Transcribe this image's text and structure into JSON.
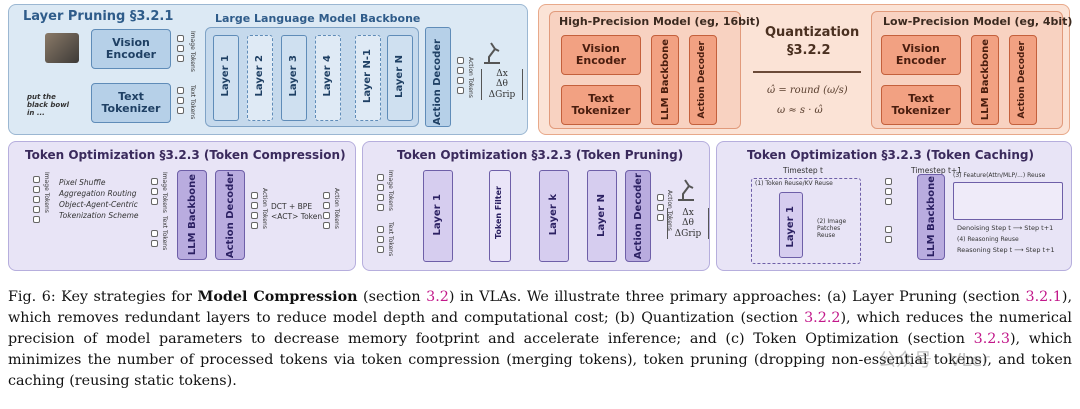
{
  "figure": {
    "layer_pruning": {
      "title": "Layer Pruning §3.2.1",
      "backbone_title": "Large Language Model Backbone",
      "vision_encoder": "Vision Encoder",
      "text_tokenizer": "Text Tokenizer",
      "prompt": "put the black bowl in ...",
      "image_tokens": "Image Tokens",
      "text_tokens": "Text Tokens",
      "layers": [
        "Layer 1",
        "Layer 2",
        "Layer 3",
        "Layer 4",
        "Layer N-1",
        "Layer N"
      ],
      "action_decoder": "Action Decoder",
      "action_tokens": "Action Tokens",
      "delta_x": "Δx",
      "delta_theta": "Δθ",
      "delta_grip": "ΔGrip"
    },
    "quantization": {
      "high_title": "High-Precision Model (eg, 16bit)",
      "center_title": "Quantization",
      "center_section": "§3.2.2",
      "low_title": "Low-Precision Model (eg, 4bit)",
      "vision_encoder": "Vision Encoder",
      "text_tokenizer": "Text Tokenizer",
      "llm_backbone": "LLM Backbone",
      "action_decoder": "Action Decoder",
      "formula_1": "ω̂ = round (ω/s)",
      "formula_2": "ω ≈ s · ω̂"
    },
    "token_compression": {
      "title": "Token Optimization §3.2.3 (Token Compression)",
      "image_tokens": "Image Tokens",
      "text_tokens": "Text Tokens",
      "methods": [
        "Pixel Shuffle",
        "Aggregation Routing",
        "Object-Agent-Centric",
        "Tokenization Scheme"
      ],
      "llm_backbone": "LLM Backbone",
      "action_decoder": "Action Decoder",
      "action_tokens": "Action Tokens",
      "dct_line1": "DCT + BPE",
      "dct_line2": "<ACT> Token"
    },
    "token_pruning": {
      "title": "Token Optimization §3.2.3 (Token Pruning)",
      "image_tokens": "Image Tokens",
      "text_tokens": "Text Tokens",
      "layers": [
        "Layer 1",
        "Token Filter",
        "Layer k",
        "Layer N"
      ],
      "action_decoder": "Action Decoder",
      "action_tokens": "Action Tokens",
      "delta_x": "Δx",
      "delta_theta": "Δθ",
      "delta_grip": "ΔGrip"
    },
    "token_caching": {
      "title": "Token Optimization §3.2.3 (Token Caching)",
      "timestep_t": "Timestep t",
      "timestep_t1": "Timestep t+1",
      "token_reuse": "(1) Token Reuse/KV Reuse",
      "image_patches_reuse": "(2) Image Patches Reuse",
      "layer1": "Layer 1",
      "llm_backbone": "LLM Backbone",
      "feature_reuse": "(3) Feature(Attn/MLP/...) Reuse",
      "denoising": "Denoising Step t ⟶ Step t+1",
      "reasoning_reuse": "(4) Reasoning Reuse",
      "reasoning": "Reasoning Step t ⟶ Step t+1"
    }
  },
  "caption": {
    "fig_label": "Fig. 6: Key strategies for ",
    "bold": "Model Compression",
    "p1": " (section ",
    "ref_main": "3.2",
    "p2": ") in VLAs. We illustrate three primary approaches: (a) Layer Pruning (section ",
    "ref_a": "3.2.1",
    "p3": "), which removes redundant layers to reduce model depth and computational cost; (b) Quantization (section ",
    "ref_b": "3.2.2",
    "p4": "), which reduces the numerical precision of model parameters to decrease memory footprint and accelerate inference; and (c) Token Optimization (section ",
    "ref_c": "3.2.3",
    "p5": "), which minimizes the number of processed tokens via token compression (merging tokens), token pruning (dropping non-essential tokens), and token caching (reusing static tokens)."
  },
  "watermark": "公众号 · VLer"
}
